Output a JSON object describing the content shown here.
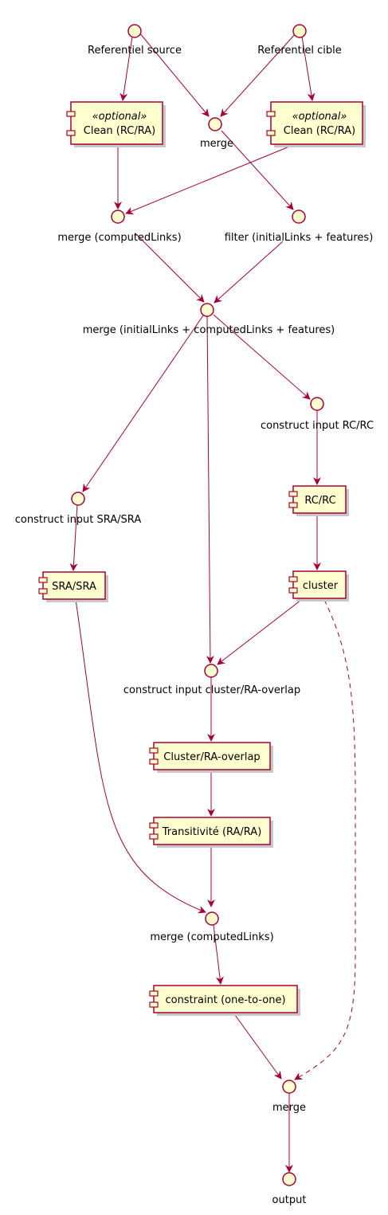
{
  "theme": {
    "node_fill": "#FEFECE",
    "node_stroke": "#A80036",
    "arrow_color": "#A80036",
    "shadow": "#c8c8c8",
    "text_color": "#000000"
  },
  "interfaces": {
    "ref_source": "Referentiel source",
    "ref_cible": "Referentiel cible",
    "merge_top": "merge",
    "merge_computed_1": "merge (computedLinks)",
    "filter_initial": "filter (initialLinks + features)",
    "merge_all": "merge (initialLinks + computedLinks + features)",
    "construct_rc": "construct input RC/RC",
    "construct_sra": "construct input SRA/SRA",
    "construct_cluster": "construct input cluster/RA-overlap",
    "merge_computed_2": "merge (computedLinks)",
    "merge_final": "merge",
    "output": "output"
  },
  "components": {
    "clean_left": {
      "stereotype": "«optional»",
      "label": "Clean (RC/RA)"
    },
    "clean_right": {
      "stereotype": "«optional»",
      "label": "Clean (RC/RA)"
    },
    "rc_rc": {
      "label": "RC/RC"
    },
    "cluster": {
      "label": "cluster"
    },
    "sra_sra": {
      "label": "SRA/SRA"
    },
    "cluster_overlap": {
      "label": "Cluster/RA-overlap"
    },
    "transitivite": {
      "label": "Transitivité (RA/RA)"
    },
    "constraint": {
      "label": "constraint (one-to-one)"
    }
  }
}
